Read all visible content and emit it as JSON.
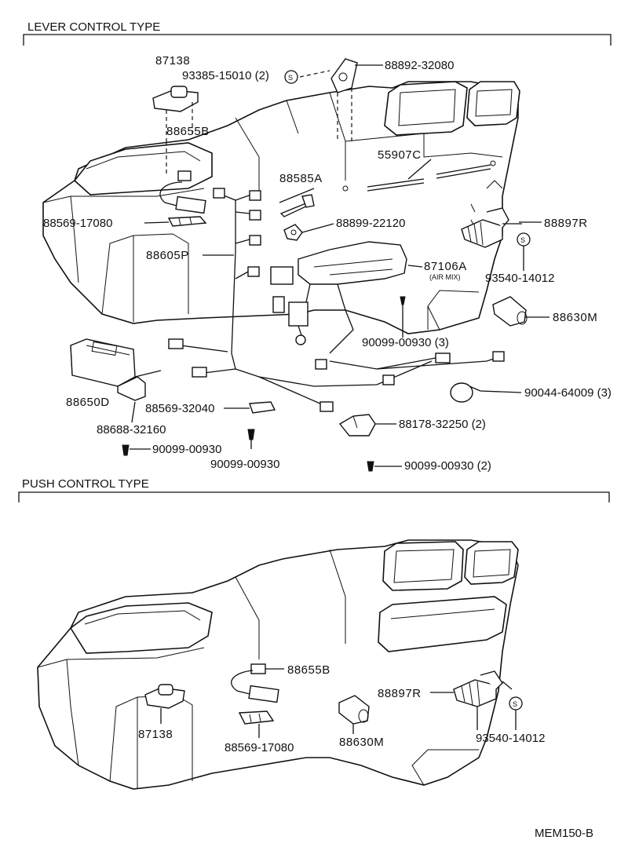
{
  "sections": {
    "lever": {
      "title": "LEVER CONTROL TYPE"
    },
    "push": {
      "title": "PUSH CONTROL TYPE"
    }
  },
  "lever_parts": {
    "p87138": "87138",
    "p93385": "93385-15010 (2)",
    "p88892": "88892-32080",
    "p88655b": "88655B",
    "p55907c": "55907C",
    "p88585a": "88585A",
    "p88569_17080": "88569-17080",
    "p88899": "88899-22120",
    "p88897r": "88897R",
    "p88605p": "88605P",
    "p87106a": "87106A",
    "p87106a_note": "(AIR MIX)",
    "p93540": "93540-14012",
    "p88630m": "88630M",
    "p90099_3": "90099-00930 (3)",
    "p88650d": "88650D",
    "p90044": "90044-64009 (3)",
    "p88569_32040": "88569-32040",
    "p88178": "88178-32250 (2)",
    "p88688": "88688-32160",
    "p90099_a": "90099-00930",
    "p90099_b": "90099-00930",
    "p90099_2": "90099-00930 (2)"
  },
  "push_parts": {
    "p88655b": "88655B",
    "p88897r": "88897R",
    "p87138": "87138",
    "p88569_17080": "88569-17080",
    "p88630m": "88630M",
    "p93540": "93540-14012"
  },
  "s_symbol": "S",
  "figure_code": "MEM150-B"
}
